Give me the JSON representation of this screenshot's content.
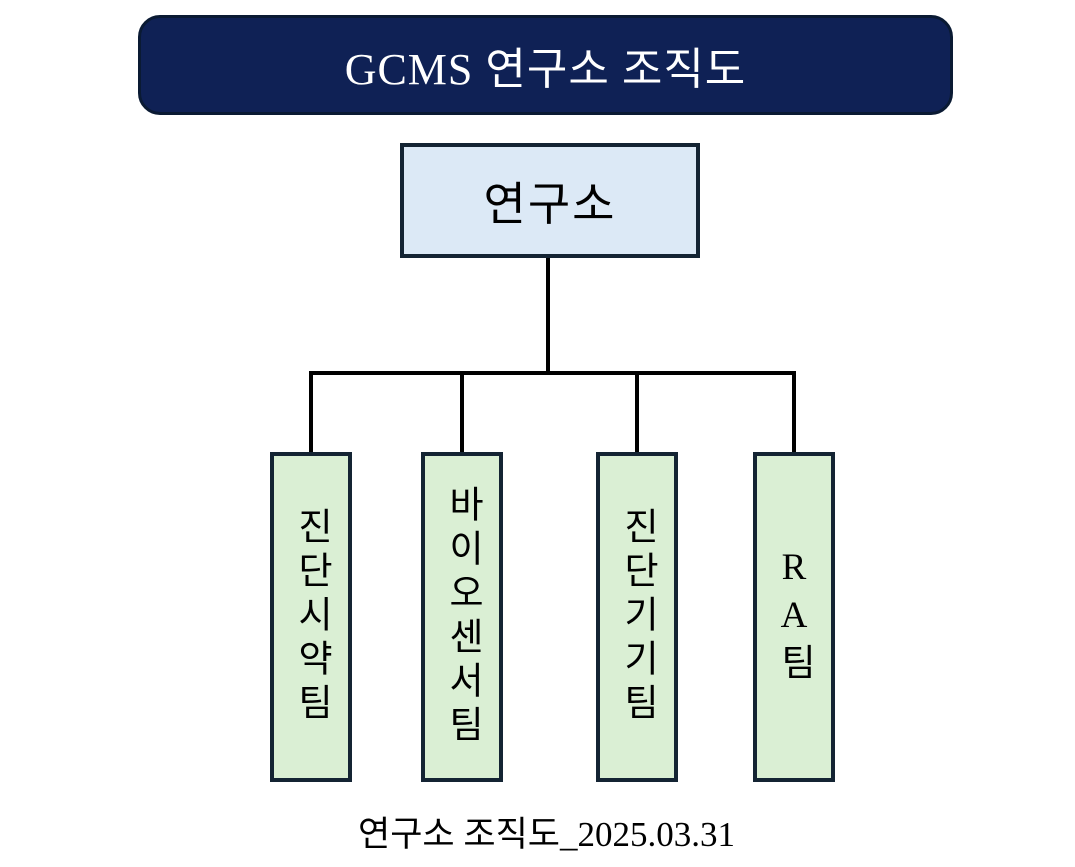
{
  "banner": {
    "title": "GCMS 연구소 조직도",
    "background": "#0f2155",
    "border": "#0a1a33",
    "text_color": "#ffffff"
  },
  "root": {
    "label": "연구소",
    "fill": "#dce9f6",
    "border": "#142433"
  },
  "teams": [
    {
      "label": "진단시약팀"
    },
    {
      "label": "바이오센서팀"
    },
    {
      "label": "진단기기팀"
    },
    {
      "label": "RA팀"
    }
  ],
  "team_style": {
    "fill": "#daefd4",
    "border": "#142433",
    "text_color": "#000000"
  },
  "connectors": {
    "color": "#000000"
  },
  "caption": {
    "text": "연구소 조직도_2025.03.31"
  }
}
